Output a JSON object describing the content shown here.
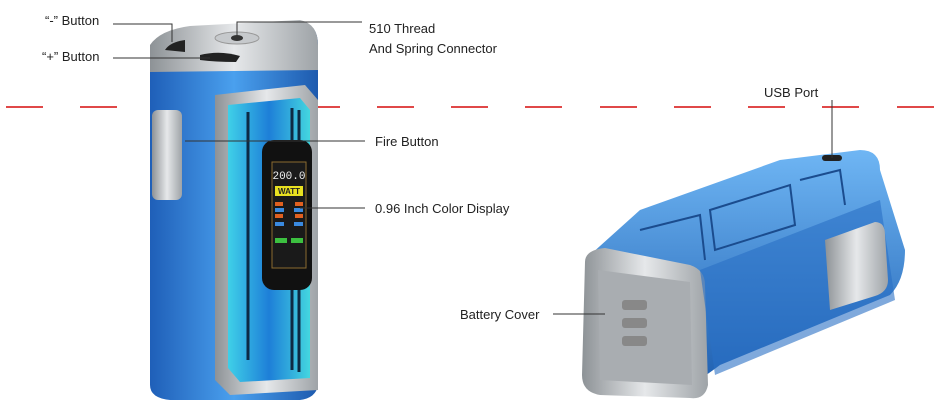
{
  "labels": {
    "minus_button": "“-” Button",
    "plus_button": "“+” Button",
    "thread_line1": "510 Thread",
    "thread_line2": "And Spring Connector",
    "fire_button": "Fire Button",
    "display": "0.96 Inch Color Display",
    "usb_port": "USB Port",
    "battery_cover": "Battery Cover"
  },
  "screen": {
    "power": "200.0",
    "unit": "WATT"
  },
  "colors": {
    "body_blue": "#2f7fd6",
    "frame_silver": "#b8bcc0",
    "guide_red": "#e04848",
    "leader": "#333333"
  }
}
